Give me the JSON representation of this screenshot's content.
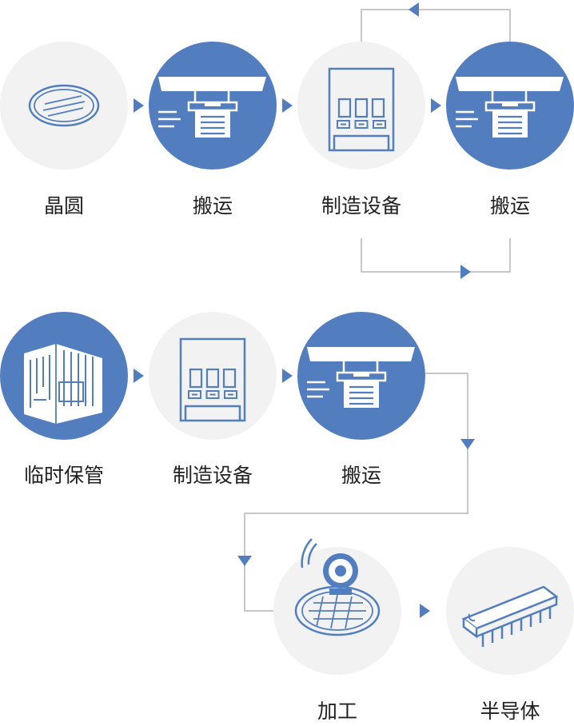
{
  "colors": {
    "accent": "#527ec0",
    "circle_light": "#f2f2f2",
    "connector": "#c8c8c8",
    "text": "#222222",
    "white": "#ffffff"
  },
  "nodes": [
    {
      "id": "wafer-1",
      "label": "晶圆",
      "icon": "wafer-icon",
      "style": "light"
    },
    {
      "id": "transport-1",
      "label": "搬运",
      "icon": "transport-icon",
      "style": "accent"
    },
    {
      "id": "equipment-1",
      "label": "制造设备",
      "icon": "manufacturing-equipment-icon",
      "style": "light"
    },
    {
      "id": "transport-2",
      "label": "搬运",
      "icon": "transport-icon",
      "style": "accent"
    },
    {
      "id": "storage-1",
      "label": "临时保管",
      "icon": "storage-building-icon",
      "style": "accent"
    },
    {
      "id": "equipment-2",
      "label": "制造设备",
      "icon": "manufacturing-equipment-icon",
      "style": "light"
    },
    {
      "id": "transport-3",
      "label": "搬运",
      "icon": "transport-icon",
      "style": "accent"
    },
    {
      "id": "processing-1",
      "label": "加工",
      "icon": "wafer-processing-icon",
      "style": "light"
    },
    {
      "id": "semiconductor-1",
      "label": "半导体",
      "icon": "chip-icon",
      "style": "light"
    }
  ]
}
